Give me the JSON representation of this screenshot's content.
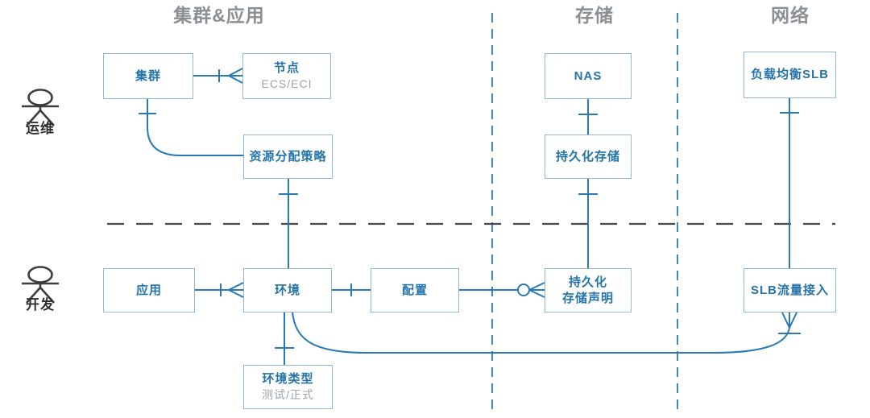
{
  "diagram": {
    "lane_headers": [
      {
        "id": "cluster_app",
        "label": "集群&应用"
      },
      {
        "id": "storage",
        "label": "存储"
      },
      {
        "id": "network",
        "label": "网络"
      }
    ],
    "actors": [
      {
        "id": "ops",
        "label": "运维"
      },
      {
        "id": "dev",
        "label": "开发"
      }
    ],
    "nodes": {
      "cluster": {
        "title": "集群"
      },
      "node": {
        "title": "节点",
        "subtitle": "ECS/ECI"
      },
      "policy": {
        "title": "资源分配策略"
      },
      "nas": {
        "title": "NAS"
      },
      "persistent_storage": {
        "title": "持久化存储"
      },
      "slb": {
        "title": "负载均衡SLB"
      },
      "app": {
        "title": "应用"
      },
      "env": {
        "title": "环境"
      },
      "config": {
        "title": "配置"
      },
      "pvc": {
        "title_line1": "持久化",
        "title_line2": "存储声明"
      },
      "slb_traffic": {
        "title": "SLB流量接入"
      },
      "env_type": {
        "title": "环境类型",
        "subtitle": "测试/正式"
      }
    },
    "colors": {
      "box_border": "#8fb8d4",
      "box_title": "#2474aa",
      "box_subtitle": "#9aa4ae",
      "connector": "#2879b5",
      "lane_divider": "#3f87bf",
      "row_separator": "#4a4a4a",
      "lane_header_text": "#8a8f94",
      "actor": "#3d3d3d"
    }
  }
}
